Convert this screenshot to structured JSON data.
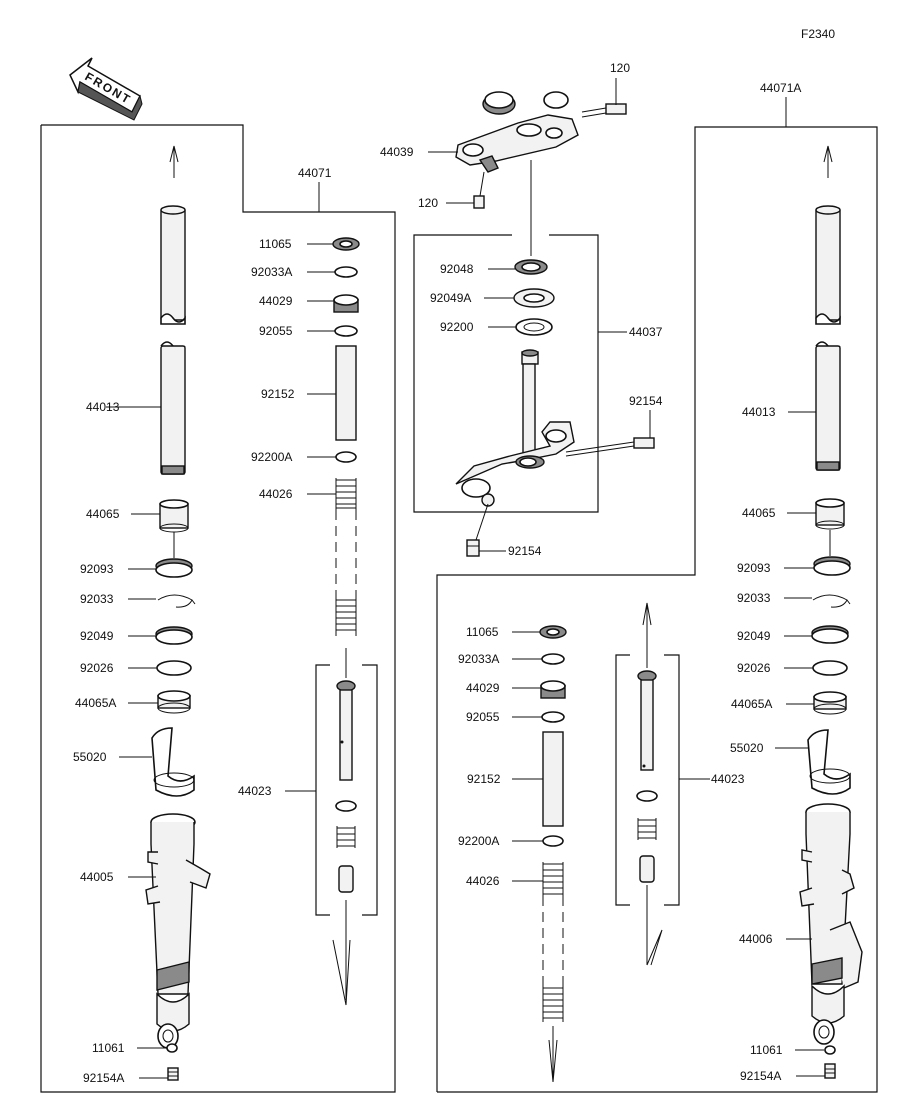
{
  "figure_id": "F2340",
  "front_label": "FRONT",
  "assemblies": {
    "left_fork": "44071",
    "right_fork": "44071A",
    "steering_stem": "44037"
  },
  "left_fork": {
    "outer_parts": [
      "44013",
      "44065",
      "92093",
      "92033",
      "92049",
      "92026",
      "44065A",
      "55020",
      "44005",
      "11061",
      "92154A"
    ],
    "inner_parts": [
      "11065",
      "92033A",
      "44029",
      "92055",
      "92152",
      "92200A",
      "44026",
      "44023"
    ]
  },
  "right_fork": {
    "outer_parts": [
      "44013",
      "44065",
      "92093",
      "92033",
      "92049",
      "92026",
      "44065A",
      "55020",
      "44006",
      "11061",
      "92154A"
    ],
    "inner_parts": [
      "11065",
      "92033A",
      "44029",
      "92055",
      "92152",
      "92200A",
      "44026",
      "44023"
    ]
  },
  "steering": {
    "upper_bracket": "44039",
    "bolts_upper": [
      "120",
      "120"
    ],
    "parts": [
      "92048",
      "92049A",
      "92200"
    ],
    "bolts_lower": [
      "92154",
      "92154"
    ]
  }
}
